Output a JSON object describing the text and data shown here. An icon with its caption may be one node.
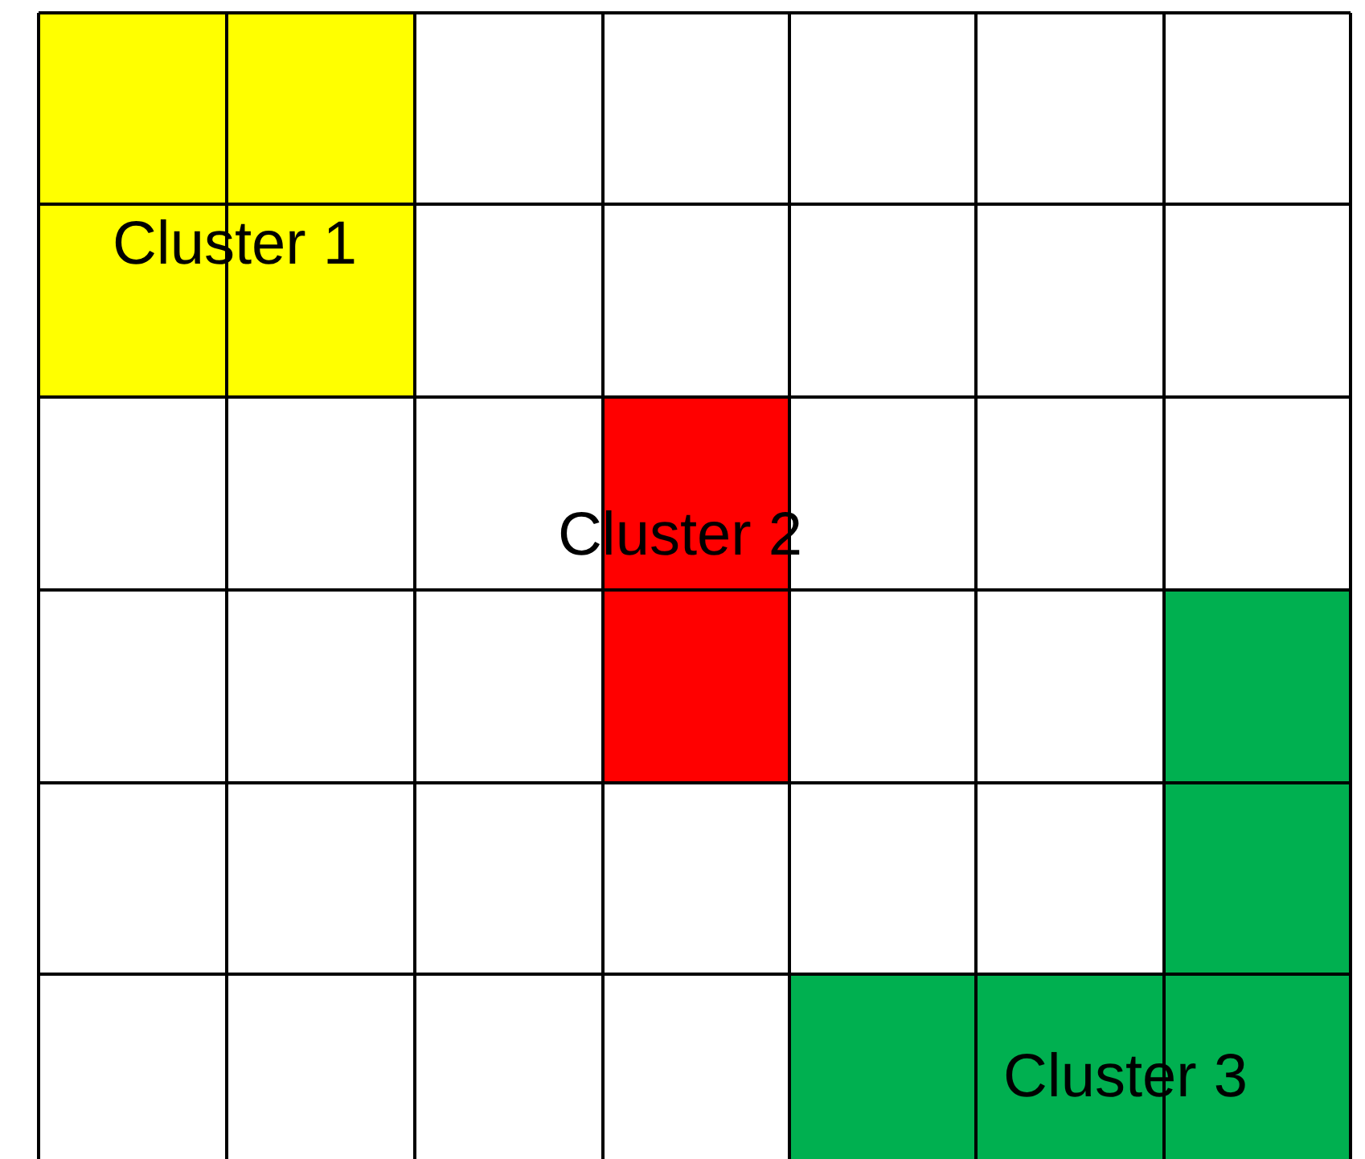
{
  "diagram": {
    "nodes": [
      {
        "text": [
          "Cluster 1"
        ]
      },
      {
        "text": [
          "Cluster 2"
        ]
      },
      {
        "text": [
          "Cluster 3"
        ]
      }
    ]
  }
}
